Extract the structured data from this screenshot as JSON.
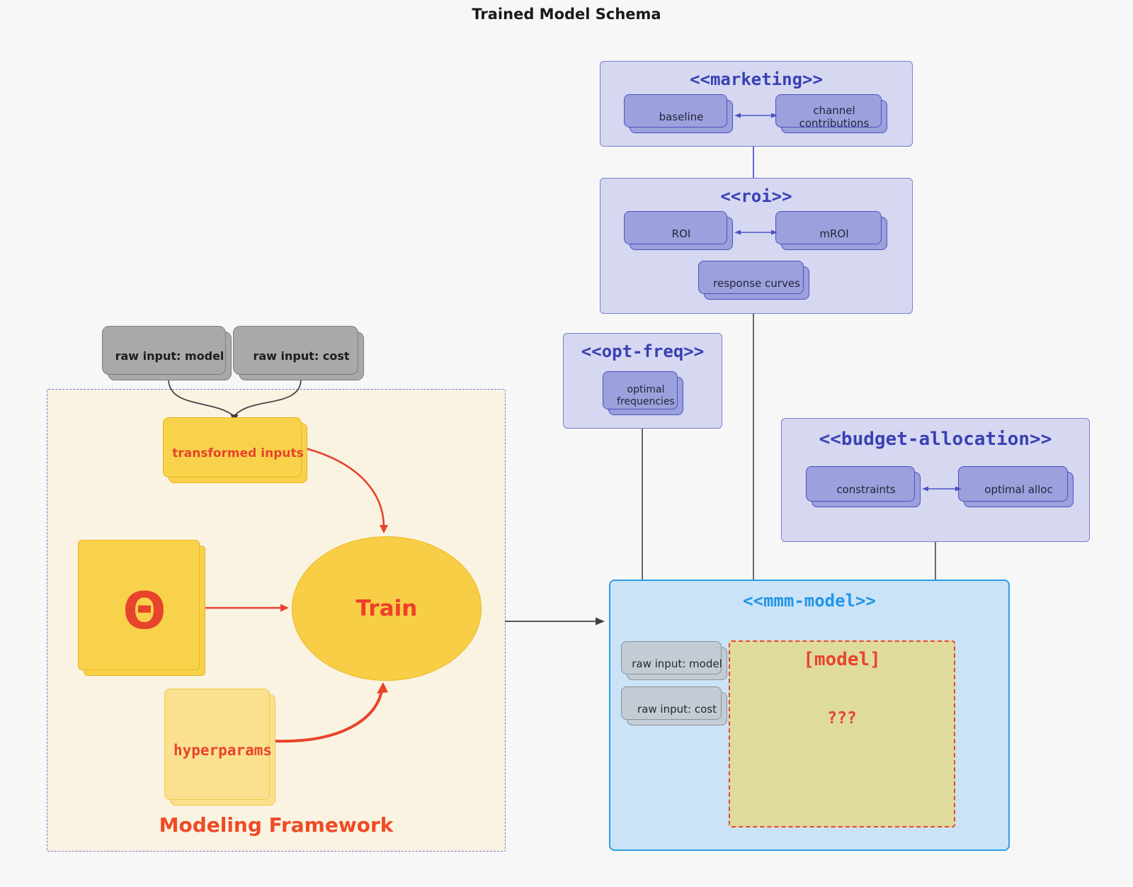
{
  "title": "Trained Model Schema",
  "colors": {
    "accent_red": "#e8432c",
    "indigo_title": "#3a40b4",
    "blue_title": "#2196e8",
    "lavender_fill": "#d5d8f0",
    "yellow_fill": "#f9d24b"
  },
  "raw_inputs": {
    "model": "raw input: model",
    "cost": "raw input: cost"
  },
  "framework": {
    "label": "Modeling Framework",
    "transformed_inputs": "transformed inputs",
    "theta_symbol": "Θ",
    "train": "Train",
    "hyperparams": "hyperparams"
  },
  "marketing": {
    "title": "<<marketing>>",
    "items": [
      "baseline",
      "channel contributions"
    ]
  },
  "roi": {
    "title": "<<roi>>",
    "items": [
      "ROI",
      "mROI",
      "response curves"
    ]
  },
  "opt_freq": {
    "title": "<<opt-freq>>",
    "items": [
      "optimal frequencies"
    ]
  },
  "budget_allocation": {
    "title": "<<budget-allocation>>",
    "items": [
      "constraints",
      "optimal alloc"
    ]
  },
  "mmm_model": {
    "title": "<<mmm-model>>",
    "inputs": [
      "raw input: model",
      "raw input: cost"
    ],
    "model_label": "[model]",
    "model_placeholder": "???"
  }
}
